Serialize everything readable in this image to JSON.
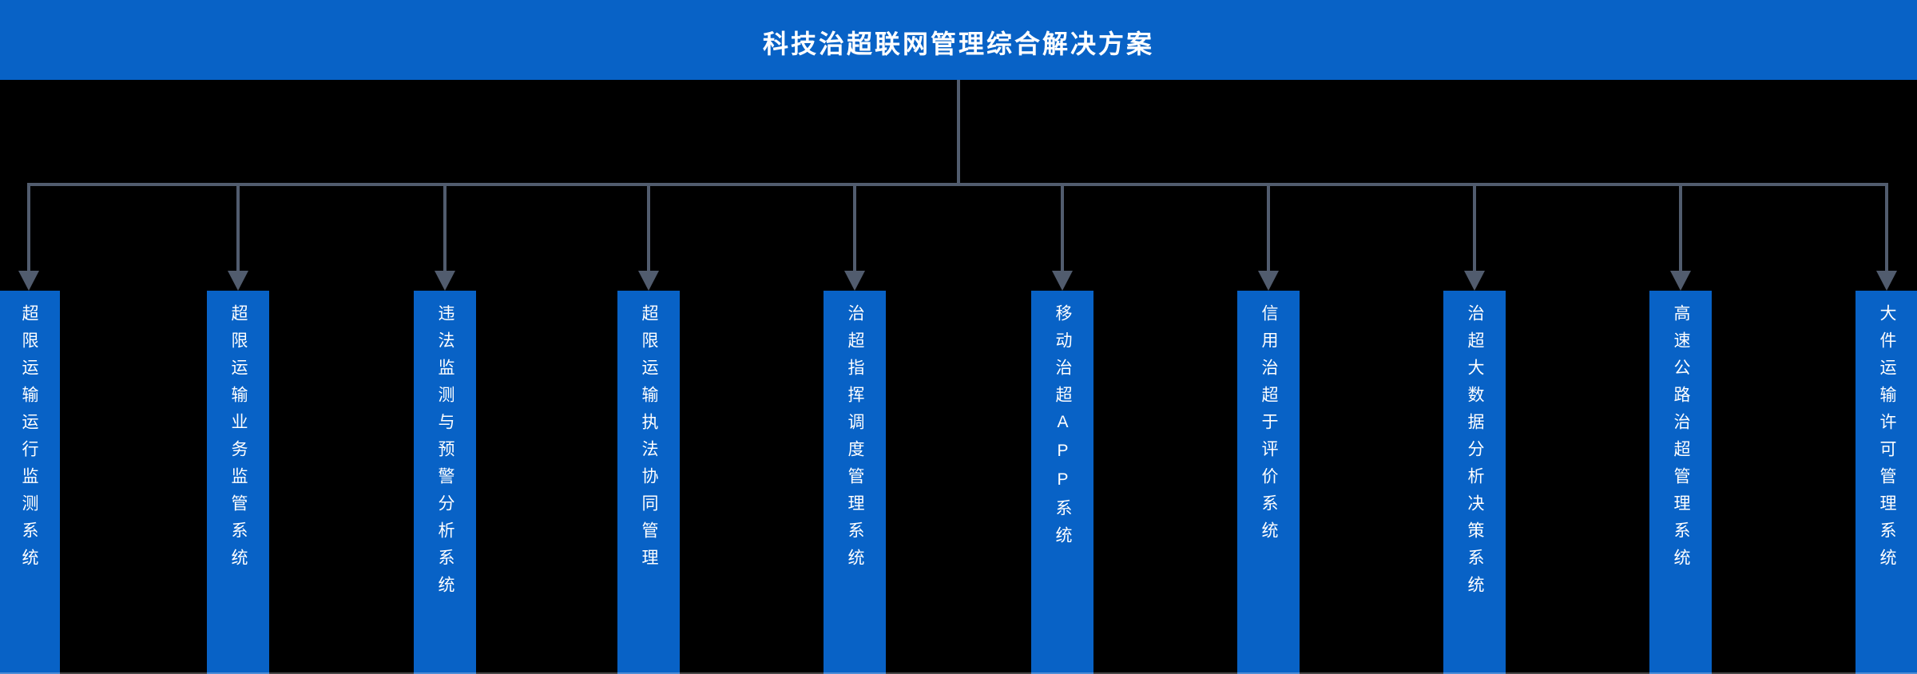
{
  "title": "科技治超联网管理综合解决方案",
  "systems": [
    {
      "label": "超限运输运行监测系统"
    },
    {
      "label": "超限运输业务监管系统"
    },
    {
      "label": "违法监测与预警分析系统"
    },
    {
      "label": "超限运输执法协同管理"
    },
    {
      "label": "治超指挥调度管理系统"
    },
    {
      "label": "移动治超APP系统"
    },
    {
      "label": "信用治超于评价系统"
    },
    {
      "label": "治超大数据分析决策系统"
    },
    {
      "label": "高速公路治超管理系统"
    },
    {
      "label": "大件运输许可管理系统"
    }
  ],
  "colors": {
    "primary_blue": "#0862c6",
    "connector": "#515c6e",
    "background": "#000000",
    "text": "#ffffff"
  }
}
